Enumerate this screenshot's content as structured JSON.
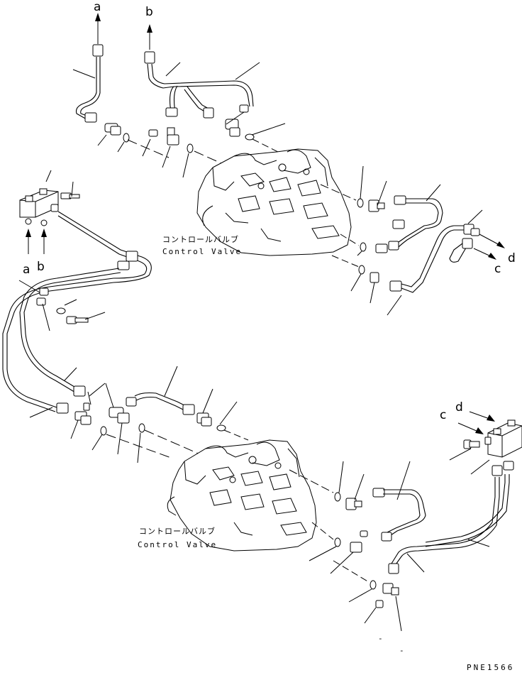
{
  "port_labels": {
    "a": "a",
    "b": "b",
    "c": "c",
    "d": "d"
  },
  "valve_top": {
    "label_jp": "コントロールバルブ",
    "label_en": "Control Valve"
  },
  "valve_bottom": {
    "label_jp": "コントロールバルブ",
    "label_en": "Control Valve"
  },
  "drawing_ref": "PNE1566",
  "bottom_dashes": [
    "-",
    "-"
  ]
}
